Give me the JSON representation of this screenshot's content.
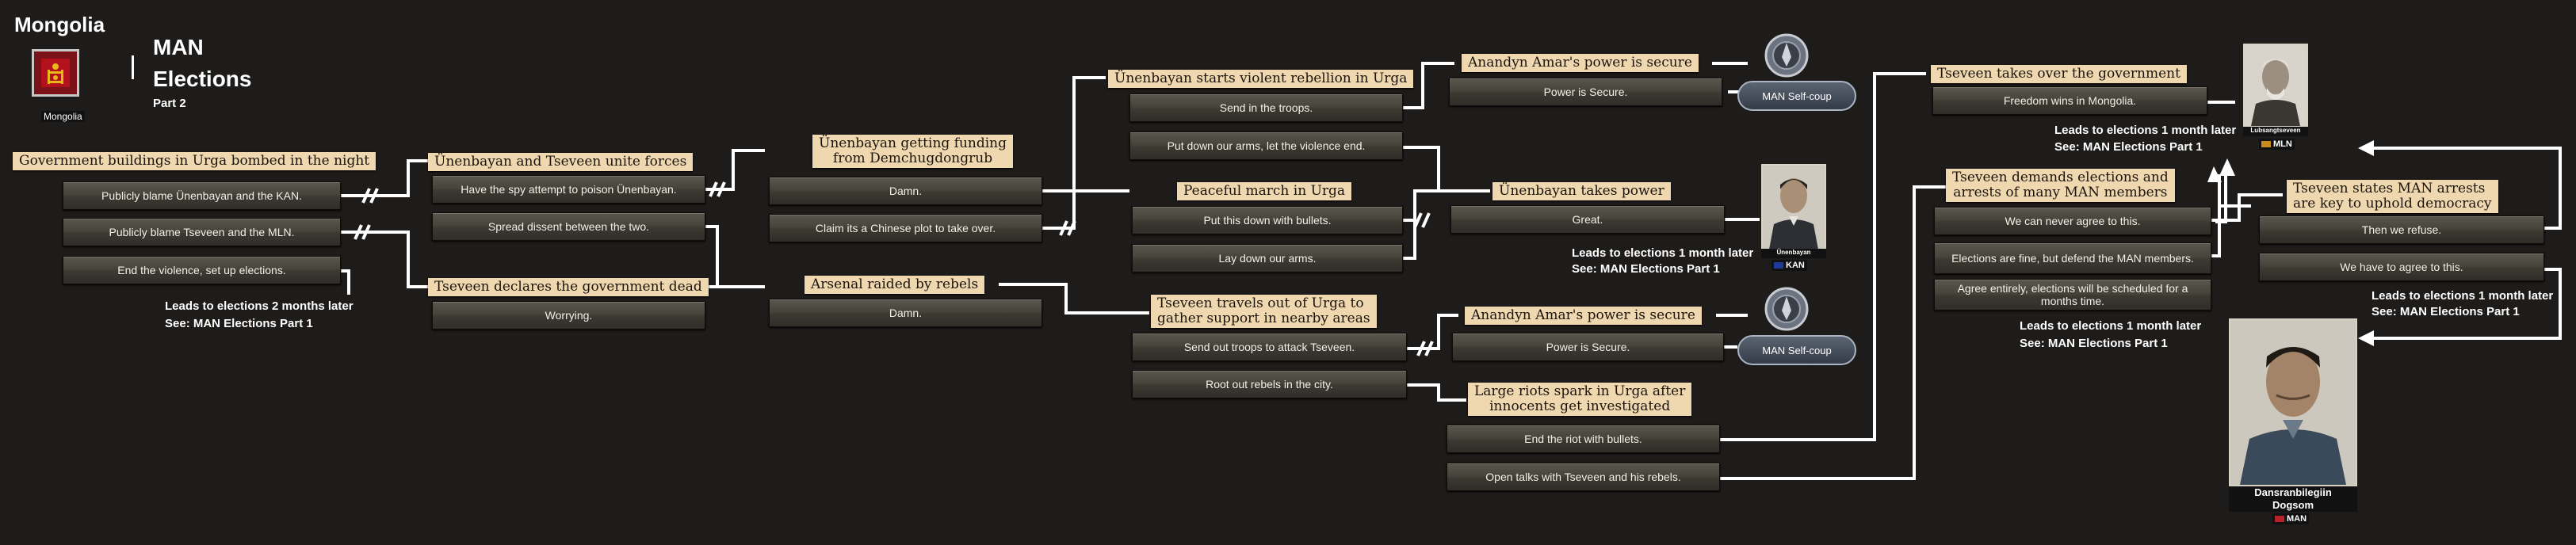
{
  "header": {
    "country": "Mongolia",
    "flag_label": "Mongolia",
    "title_line1": "MAN",
    "title_line2": "Elections",
    "part": "Part 2"
  },
  "events": {
    "e1": {
      "title": "Government buildings in Urga bombed in the night",
      "options": [
        "Publicly blame Ünenbayan and the KAN.",
        "Publicly blame Tseveen and the MLN.",
        "End the violence, set up elections."
      ],
      "note": [
        "Leads to elections 2 months later",
        "See: MAN Elections Part 1"
      ]
    },
    "e2": {
      "title": "Ünenbayan and Tseveen unite forces",
      "options": [
        "Have the spy attempt to poison Ünenbayan.",
        "Spread dissent between the two."
      ]
    },
    "e3": {
      "title": "Tseveen declares the government dead",
      "options": [
        "Worrying."
      ]
    },
    "e4": {
      "title_lines": [
        "Ünenbayan getting funding",
        "from Demchugdongrub"
      ],
      "options": [
        "Damn.",
        "Claim its a Chinese plot to take over."
      ]
    },
    "e5": {
      "title": "Arsenal raided by rebels",
      "options": [
        "Damn."
      ]
    },
    "e6": {
      "title": "Ünenbayan starts violent rebellion in Urga",
      "options": [
        "Send in the troops.",
        "Put down our arms, let the violence end."
      ]
    },
    "e7": {
      "title": "Peaceful march in Urga",
      "options": [
        "Put this down with bullets.",
        "Lay down our arms."
      ]
    },
    "e8": {
      "title_lines": [
        "Tseveen travels out of Urga to",
        "gather support in nearby areas"
      ],
      "options": [
        "Send out troops to attack Tseveen.",
        "Root out rebels in the city."
      ]
    },
    "e9": {
      "title": "Anandyn Amar's power is secure",
      "options": [
        "Power is Secure."
      ]
    },
    "e10": {
      "title": "Ünenbayan takes power",
      "options": [
        "Great."
      ],
      "note": [
        "Leads to elections 1 month later",
        "See: MAN Elections Part 1"
      ]
    },
    "e11": {
      "title": "Anandyn Amar's power is secure",
      "options": [
        "Power is Secure."
      ]
    },
    "e12": {
      "title_lines": [
        "Large riots spark in Urga after",
        "innocents get investigated"
      ],
      "options": [
        "End the riot with bullets.",
        "Open talks with Tseveen and his rebels."
      ]
    },
    "e13": {
      "title": "Tseveen takes over the government",
      "options": [
        "Freedom wins in Mongolia."
      ],
      "note": [
        "Leads to elections 1 month later",
        "See: MAN Elections Part 1"
      ]
    },
    "e14": {
      "title_lines": [
        "Tseveen demands elections and",
        "arrests of many MAN members"
      ],
      "options": [
        "We can never agree to this.",
        "Elections are fine, but defend the MAN members.",
        "Agree entirely, elections will be scheduled for a months time."
      ],
      "note": [
        "Leads to elections 1 month later",
        "See: MAN Elections Part 1"
      ]
    },
    "e15": {
      "title_lines": [
        "Tseveen states MAN arrests",
        "are key to uphold democracy"
      ],
      "options": [
        "Then we refuse.",
        "We have to agree to this."
      ],
      "note": [
        "Leads to elections 1 month later",
        "See: MAN Elections Part 1"
      ]
    }
  },
  "outcomes": {
    "self_coup_1": "MAN Self-coup",
    "self_coup_2": "MAN Self-coup",
    "unenbayan": {
      "name": "Ünenbayan",
      "party": "KAN",
      "party_color": "#1e3a9a"
    },
    "tseveen": {
      "name": "Lubsangtseveen",
      "party": "MLN",
      "party_color": "#c98a1c"
    },
    "dansranbileg": {
      "name_lines": [
        "Dansranbilegiin",
        "Dogsom"
      ],
      "party": "MAN",
      "party_color": "#b8202a"
    }
  },
  "colors": {
    "background": "#1e1c1a",
    "title_bg": "#efd8b0",
    "line": "#ffffff"
  }
}
